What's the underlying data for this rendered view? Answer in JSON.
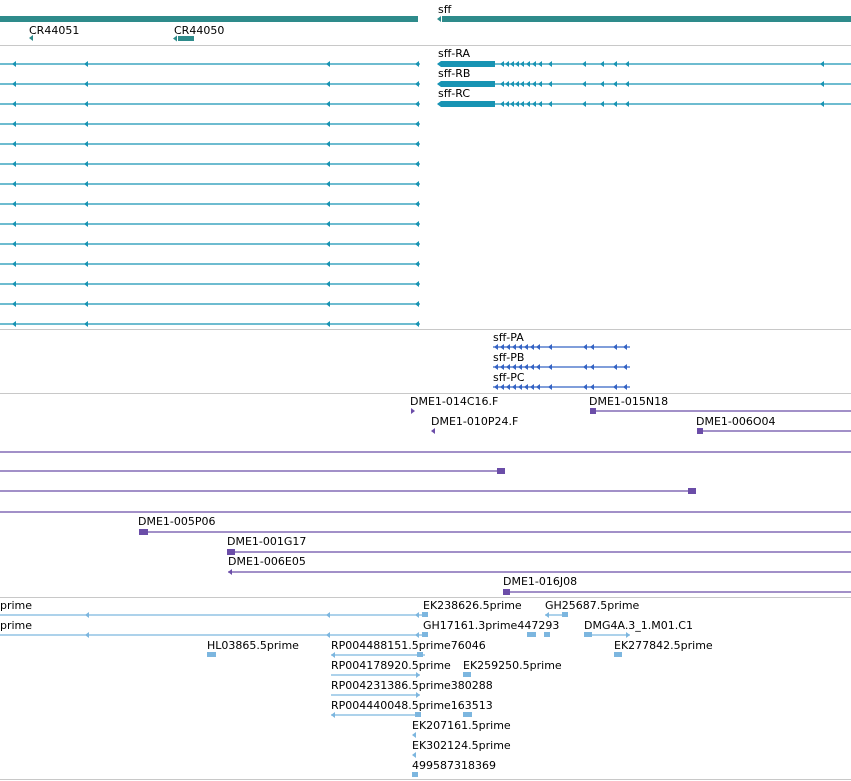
{
  "colors": {
    "teal": "#2e8b8b",
    "cyan": "#1793b3",
    "blue": "#3463c4",
    "purple": "#6b4da8",
    "lightblue": "#7cb6df",
    "separator": "#c8c8c8"
  },
  "tracks": {
    "gene_track": {
      "genes": [
        {
          "name": "sff"
        },
        {
          "name": "CR44051"
        },
        {
          "name": "CR44050"
        }
      ]
    },
    "transcript_track": {
      "transcripts": [
        {
          "name": "sff-RA"
        },
        {
          "name": "sff-RB"
        },
        {
          "name": "sff-RC"
        }
      ]
    },
    "protein_track": {
      "proteins": [
        {
          "name": "sff-PA"
        },
        {
          "name": "sff-PB"
        },
        {
          "name": "sff-PC"
        }
      ]
    },
    "clone_track": {
      "clones": [
        {
          "name": "DME1-014C16.F"
        },
        {
          "name": "DME1-015N18"
        },
        {
          "name": "DME1-010P24.F"
        },
        {
          "name": "DME1-006O04"
        },
        {
          "name": "DME1-005P06"
        },
        {
          "name": "DME1-001G17"
        },
        {
          "name": "DME1-006E05"
        },
        {
          "name": "DME1-016J08"
        }
      ]
    },
    "est_track": {
      "ests": [
        {
          "name": "prime"
        },
        {
          "name": "prime"
        },
        {
          "name": "EK238626.5prime"
        },
        {
          "name": "GH25687.5prime"
        },
        {
          "name": "GH17161.3prime447293"
        },
        {
          "name": "DMG4A.3_1.M01.C1"
        },
        {
          "name": "HL03865.5prime"
        },
        {
          "name": "RP004488151.5prime76046"
        },
        {
          "name": "EK277842.5prime"
        },
        {
          "name": "RP004178920.5prime"
        },
        {
          "name": "EK259250.5prime"
        },
        {
          "name": "RP004231386.5prime380288"
        },
        {
          "name": "RP004440048.5prime163513"
        },
        {
          "name": "EK207161.5prime"
        },
        {
          "name": "EK302124.5prime"
        },
        {
          "name": "499587318369"
        }
      ]
    }
  }
}
